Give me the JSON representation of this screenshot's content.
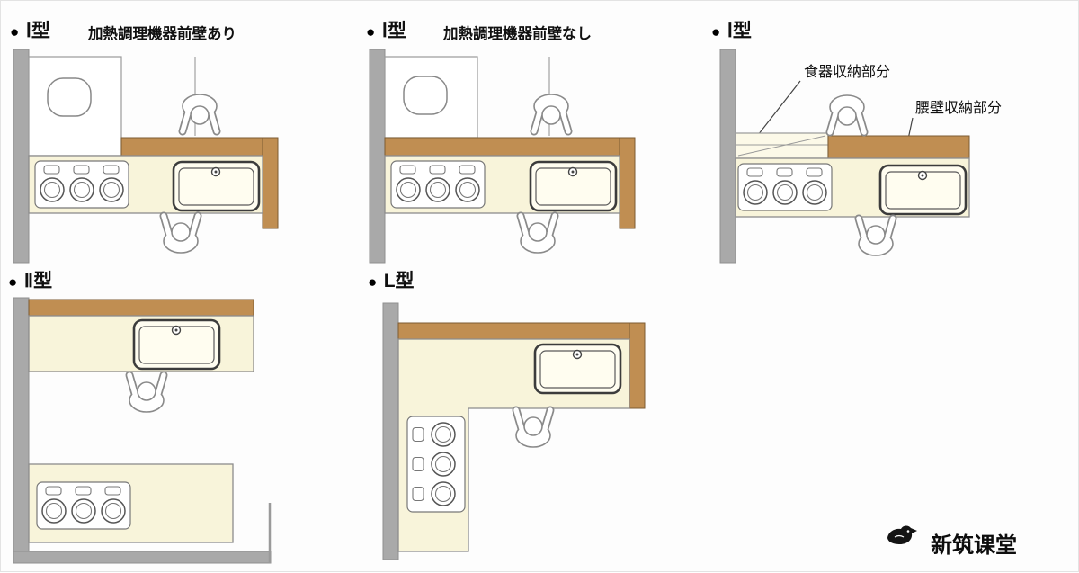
{
  "panels": {
    "p1": {
      "bullet": "●",
      "title": "Ⅰ型",
      "type": "I",
      "subtitle": "加熱調理機器前壁あり"
    },
    "p2": {
      "bullet": "●",
      "title": "Ⅰ型",
      "type": "I",
      "subtitle": "加熱調理機器前壁なし"
    },
    "p3": {
      "bullet": "●",
      "title": "Ⅰ型",
      "type": "I",
      "labels": {
        "dish_storage": "食器収納部分",
        "waist_wall_storage": "腰壁収納部分"
      }
    },
    "p4": {
      "bullet": "●",
      "title": "Ⅱ型",
      "type": "II"
    },
    "p5": {
      "bullet": "●",
      "title": "L型",
      "type": "L"
    }
  },
  "watermark": {
    "text": "新筑课堂"
  },
  "icons": {
    "person": "person-top-view-icon",
    "logo": "bird-logo-icon"
  },
  "colors": {
    "wall": "#a9a9a9",
    "counter_top": "#c08e52",
    "counter_body": "#f8f4da",
    "background": "#fdfdfd",
    "text": "#101010"
  }
}
